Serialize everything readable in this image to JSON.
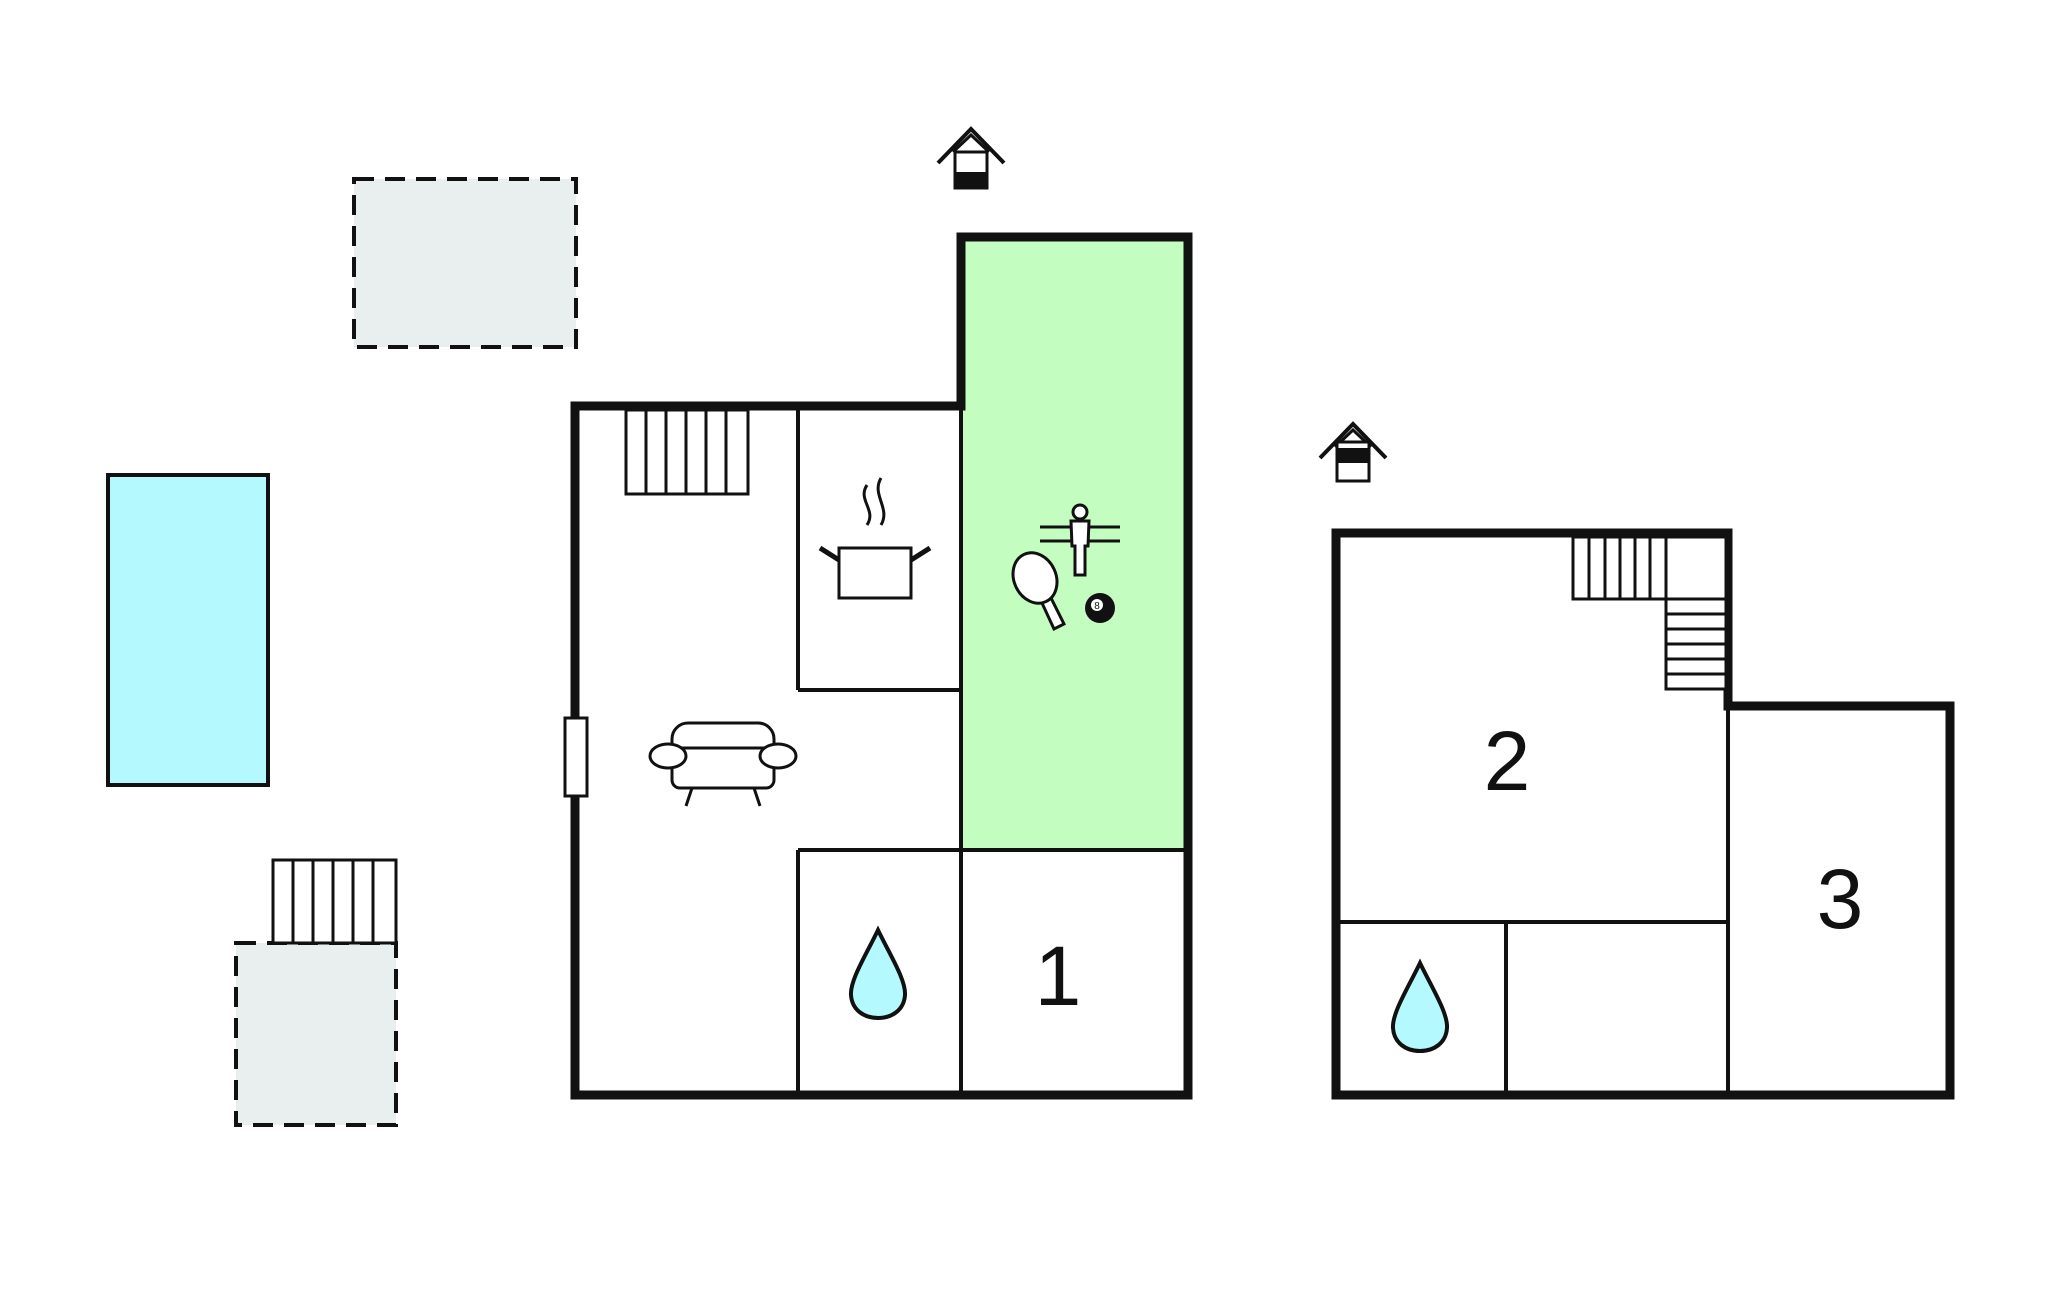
{
  "colors": {
    "pool": "#b3f9fd",
    "terrace": "#e8efee",
    "games_room": "#c4fdc0",
    "water": "#b3f9fd",
    "wall": "#111111"
  },
  "icons": {
    "entrance": "house-entrance-icon",
    "entrance_alt": "house-entrance-icon",
    "kitchen": "cooking-pot-icon",
    "living": "sofa-icon",
    "games_foosball": "foosball-player-icon",
    "games_pingpong": "ping-pong-paddle-icon",
    "games_billiard": "billiard-8-ball-icon",
    "bathroom": "water-drop-icon",
    "stairs": "stairs-icon",
    "fireplace": "fireplace-icon"
  },
  "floor_ground": {
    "bedroom_number": "1",
    "billiard_ball_number": "8"
  },
  "floor_upper": {
    "bedroom_a_number": "2",
    "bedroom_b_number": "3"
  }
}
